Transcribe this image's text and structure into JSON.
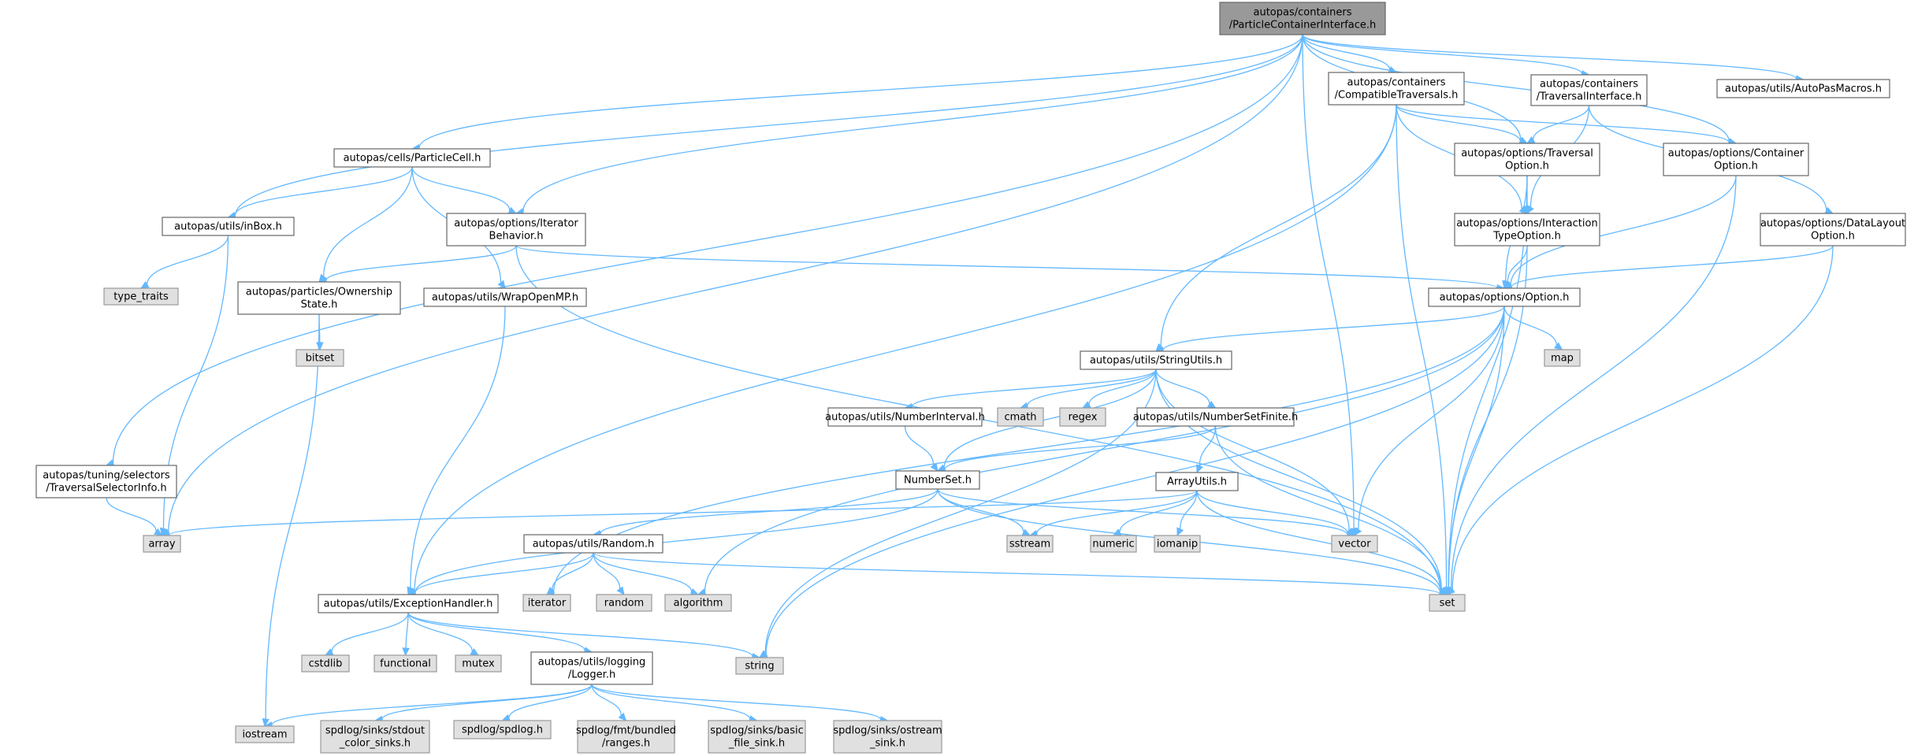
{
  "graph": {
    "nodes": [
      {
        "id": "root",
        "kind": "root",
        "lines": [
          "autopas/containers",
          "/ParticleContainerInterface.h"
        ]
      },
      {
        "id": "compat",
        "kind": "hdr",
        "lines": [
          "autopas/containers",
          "/CompatibleTraversals.h"
        ]
      },
      {
        "id": "travif",
        "kind": "hdr",
        "lines": [
          "autopas/containers",
          "/TraversalInterface.h"
        ]
      },
      {
        "id": "macros",
        "kind": "hdr",
        "lines": [
          "autopas/utils/AutoPasMacros.h"
        ]
      },
      {
        "id": "pcell",
        "kind": "hdr",
        "lines": [
          "autopas/cells/ParticleCell.h"
        ]
      },
      {
        "id": "travopt",
        "kind": "hdr",
        "lines": [
          "autopas/options/Traversal",
          "Option.h"
        ]
      },
      {
        "id": "contopt",
        "kind": "hdr",
        "lines": [
          "autopas/options/Container",
          "Option.h"
        ]
      },
      {
        "id": "inbox",
        "kind": "hdr",
        "lines": [
          "autopas/utils/inBox.h"
        ]
      },
      {
        "id": "iterb",
        "kind": "hdr",
        "lines": [
          "autopas/options/Iterator",
          "Behavior.h"
        ]
      },
      {
        "id": "itopt",
        "kind": "hdr",
        "lines": [
          "autopas/options/Interaction",
          "TypeOption.h"
        ]
      },
      {
        "id": "dlopt",
        "kind": "hdr",
        "lines": [
          "autopas/options/DataLayout",
          "Option.h"
        ]
      },
      {
        "id": "typetraits",
        "kind": "sys",
        "lines": [
          "type_traits"
        ]
      },
      {
        "id": "owner",
        "kind": "hdr",
        "lines": [
          "autopas/particles/Ownership",
          "State.h"
        ]
      },
      {
        "id": "wrapomp",
        "kind": "hdr",
        "lines": [
          "autopas/utils/WrapOpenMP.h"
        ]
      },
      {
        "id": "option",
        "kind": "hdr",
        "lines": [
          "autopas/options/Option.h"
        ]
      },
      {
        "id": "bitset",
        "kind": "sys",
        "lines": [
          "bitset"
        ]
      },
      {
        "id": "map",
        "kind": "sys",
        "lines": [
          "map"
        ]
      },
      {
        "id": "strutils",
        "kind": "hdr",
        "lines": [
          "autopas/utils/StringUtils.h"
        ]
      },
      {
        "id": "numint",
        "kind": "hdr",
        "lines": [
          "autopas/utils/NumberInterval.h"
        ]
      },
      {
        "id": "cmath",
        "kind": "sys",
        "lines": [
          "cmath"
        ]
      },
      {
        "id": "regex",
        "kind": "sys",
        "lines": [
          "regex"
        ]
      },
      {
        "id": "numsetfin",
        "kind": "hdr",
        "lines": [
          "autopas/utils/NumberSetFinite.h"
        ]
      },
      {
        "id": "selinfo",
        "kind": "hdr",
        "lines": [
          "autopas/tuning/selectors",
          "/TraversalSelectorInfo.h"
        ]
      },
      {
        "id": "numset",
        "kind": "hdr",
        "lines": [
          "NumberSet.h"
        ]
      },
      {
        "id": "arrutils",
        "kind": "hdr",
        "lines": [
          "ArrayUtils.h"
        ]
      },
      {
        "id": "array",
        "kind": "sys",
        "lines": [
          "array"
        ]
      },
      {
        "id": "random_h",
        "kind": "hdr",
        "lines": [
          "autopas/utils/Random.h"
        ]
      },
      {
        "id": "sstream",
        "kind": "sys",
        "lines": [
          "sstream"
        ]
      },
      {
        "id": "numeric",
        "kind": "sys",
        "lines": [
          "numeric"
        ]
      },
      {
        "id": "iomanip",
        "kind": "sys",
        "lines": [
          "iomanip"
        ]
      },
      {
        "id": "vector",
        "kind": "sys",
        "lines": [
          "vector"
        ]
      },
      {
        "id": "exch",
        "kind": "hdr",
        "lines": [
          "autopas/utils/ExceptionHandler.h"
        ]
      },
      {
        "id": "iterator",
        "kind": "sys",
        "lines": [
          "iterator"
        ]
      },
      {
        "id": "random",
        "kind": "sys",
        "lines": [
          "random"
        ]
      },
      {
        "id": "algorithm",
        "kind": "sys",
        "lines": [
          "algorithm"
        ]
      },
      {
        "id": "set",
        "kind": "sys",
        "lines": [
          "set"
        ]
      },
      {
        "id": "cstdlib",
        "kind": "sys",
        "lines": [
          "cstdlib"
        ]
      },
      {
        "id": "functional",
        "kind": "sys",
        "lines": [
          "functional"
        ]
      },
      {
        "id": "mutex",
        "kind": "sys",
        "lines": [
          "mutex"
        ]
      },
      {
        "id": "logger",
        "kind": "hdr",
        "lines": [
          "autopas/utils/logging",
          "/Logger.h"
        ]
      },
      {
        "id": "string",
        "kind": "sys",
        "lines": [
          "string"
        ]
      },
      {
        "id": "iostream",
        "kind": "sys",
        "lines": [
          "iostream"
        ]
      },
      {
        "id": "stdout",
        "kind": "sys",
        "lines": [
          "spdlog/sinks/stdout",
          "_color_sinks.h"
        ]
      },
      {
        "id": "spdlog",
        "kind": "sys",
        "lines": [
          "spdlog/spdlog.h"
        ]
      },
      {
        "id": "ranges",
        "kind": "sys",
        "lines": [
          "spdlog/fmt/bundled",
          "/ranges.h"
        ]
      },
      {
        "id": "basic",
        "kind": "sys",
        "lines": [
          "spdlog/sinks/basic",
          "_file_sink.h"
        ]
      },
      {
        "id": "ostream",
        "kind": "sys",
        "lines": [
          "spdlog/sinks/ostream",
          "_sink.h"
        ]
      }
    ],
    "edges": [
      [
        "root",
        "compat"
      ],
      [
        "root",
        "travif"
      ],
      [
        "root",
        "macros"
      ],
      [
        "root",
        "pcell"
      ],
      [
        "root",
        "travopt"
      ],
      [
        "root",
        "contopt"
      ],
      [
        "root",
        "inbox"
      ],
      [
        "root",
        "iterb"
      ],
      [
        "root",
        "selinfo"
      ],
      [
        "root",
        "array"
      ],
      [
        "root",
        "vector"
      ],
      [
        "compat",
        "travopt"
      ],
      [
        "compat",
        "contopt"
      ],
      [
        "compat",
        "itopt"
      ],
      [
        "compat",
        "strutils"
      ],
      [
        "compat",
        "exch"
      ],
      [
        "compat",
        "set"
      ],
      [
        "travif",
        "travopt"
      ],
      [
        "travif",
        "itopt"
      ],
      [
        "travif",
        "dlopt"
      ],
      [
        "pcell",
        "inbox"
      ],
      [
        "pcell",
        "iterb"
      ],
      [
        "pcell",
        "owner"
      ],
      [
        "pcell",
        "wrapomp"
      ],
      [
        "travopt",
        "itopt"
      ],
      [
        "travopt",
        "option"
      ],
      [
        "travopt",
        "set"
      ],
      [
        "contopt",
        "option"
      ],
      [
        "contopt",
        "set"
      ],
      [
        "itopt",
        "option"
      ],
      [
        "itopt",
        "set"
      ],
      [
        "dlopt",
        "option"
      ],
      [
        "dlopt",
        "set"
      ],
      [
        "inbox",
        "typetraits"
      ],
      [
        "inbox",
        "array"
      ],
      [
        "iterb",
        "owner"
      ],
      [
        "iterb",
        "option"
      ],
      [
        "iterb",
        "set"
      ],
      [
        "owner",
        "bitset"
      ],
      [
        "owner",
        "iostream"
      ],
      [
        "wrapomp",
        "exch"
      ],
      [
        "option",
        "map"
      ],
      [
        "option",
        "strutils"
      ],
      [
        "option",
        "iterator"
      ],
      [
        "option",
        "algorithm"
      ],
      [
        "option",
        "vector"
      ],
      [
        "option",
        "set"
      ],
      [
        "option",
        "string"
      ],
      [
        "strutils",
        "numint"
      ],
      [
        "strutils",
        "cmath"
      ],
      [
        "strutils",
        "regex"
      ],
      [
        "strutils",
        "numsetfin"
      ],
      [
        "strutils",
        "numset"
      ],
      [
        "strutils",
        "string"
      ],
      [
        "strutils",
        "vector"
      ],
      [
        "strutils",
        "set"
      ],
      [
        "numint",
        "numset"
      ],
      [
        "numsetfin",
        "numset"
      ],
      [
        "numsetfin",
        "arrutils"
      ],
      [
        "numsetfin",
        "set"
      ],
      [
        "selinfo",
        "array"
      ],
      [
        "numset",
        "random_h"
      ],
      [
        "numset",
        "exch"
      ],
      [
        "numset",
        "sstream"
      ],
      [
        "numset",
        "vector"
      ],
      [
        "numset",
        "set"
      ],
      [
        "arrutils",
        "array"
      ],
      [
        "arrutils",
        "sstream"
      ],
      [
        "arrutils",
        "numeric"
      ],
      [
        "arrutils",
        "iomanip"
      ],
      [
        "arrutils",
        "vector"
      ],
      [
        "arrutils",
        "set"
      ],
      [
        "random_h",
        "exch"
      ],
      [
        "random_h",
        "iterator"
      ],
      [
        "random_h",
        "random"
      ],
      [
        "random_h",
        "algorithm"
      ],
      [
        "random_h",
        "set"
      ],
      [
        "exch",
        "cstdlib"
      ],
      [
        "exch",
        "functional"
      ],
      [
        "exch",
        "mutex"
      ],
      [
        "exch",
        "logger"
      ],
      [
        "exch",
        "string"
      ],
      [
        "logger",
        "iostream"
      ],
      [
        "logger",
        "stdout"
      ],
      [
        "logger",
        "spdlog"
      ],
      [
        "logger",
        "ranges"
      ],
      [
        "logger",
        "basic"
      ],
      [
        "logger",
        "ostream"
      ]
    ]
  }
}
